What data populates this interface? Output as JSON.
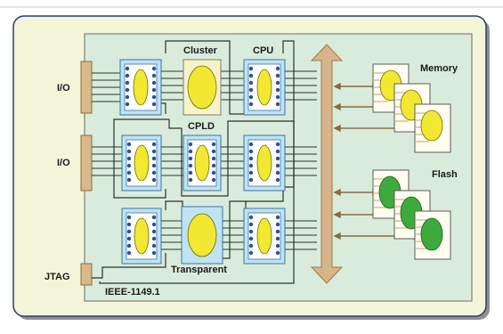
{
  "labels": {
    "cluster": "Cluster",
    "cpu": "CPU",
    "cpld": "CPLD",
    "transparent": "Transparent",
    "memory": "Memory",
    "flash": "Flash",
    "io_top": "I/O",
    "io_mid": "I/O",
    "jtag": "JTAG",
    "ieee": "IEEE-1149.1"
  },
  "colors": {
    "frame_border": "#2e3a78",
    "panel": "#f3f5d9",
    "board": "#d9ecdb",
    "chip_bg": "#bfe3f1",
    "chip_border": "#3c73a8",
    "pin": "#2c4f9e",
    "yellow": "#f2e832",
    "green": "#3dab3b",
    "connector": "#d9b98b",
    "arrow": "#d7b489",
    "wire": "#2f2f2f"
  },
  "memory_chip_count": 3,
  "flash_chip_count": 3
}
